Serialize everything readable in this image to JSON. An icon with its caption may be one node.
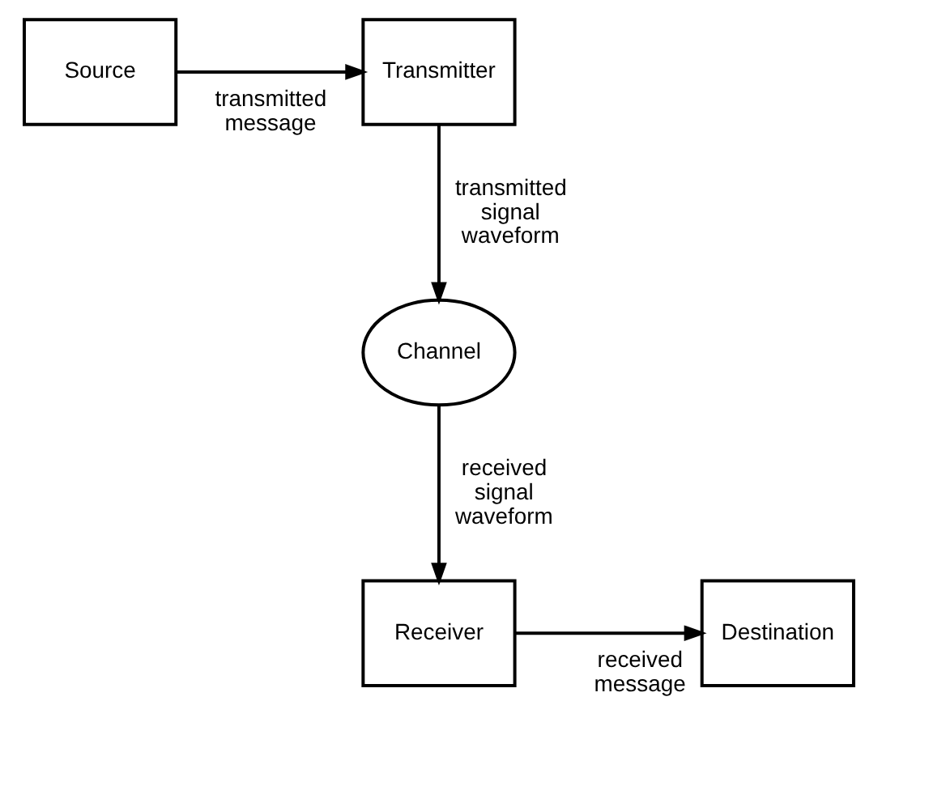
{
  "diagram": {
    "nodes": [
      {
        "text": [
          "Source"
        ]
      },
      {
        "text": [
          "Transmitter"
        ]
      },
      {
        "text": [
          "Channel"
        ]
      },
      {
        "text": [
          "Receiver"
        ]
      },
      {
        "text": [
          "Destination"
        ]
      }
    ],
    "edges": [
      {
        "from": 0,
        "to": 1,
        "arrow": "to",
        "label": "transmitted message"
      },
      {
        "from": 1,
        "to": 2,
        "arrow": "to",
        "label": "transmitted signal waveform"
      },
      {
        "from": 2,
        "to": 3,
        "arrow": "to",
        "label": "received signal waveform"
      },
      {
        "from": 3,
        "to": 4,
        "arrow": "to",
        "label": "received message"
      }
    ]
  }
}
